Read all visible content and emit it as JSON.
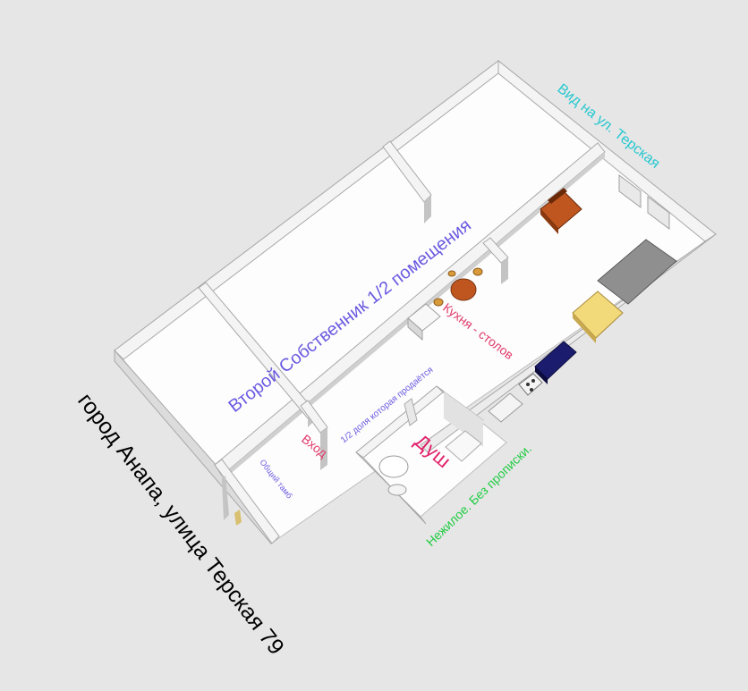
{
  "labels": {
    "address": "город Анапа, улица Терская 79",
    "second_owner": "Второй Собственник 1/2 помещения",
    "view": "Вид на ул. Терская",
    "kitchen": "Кухня - столов",
    "share": "1/2 доля которая продаётся",
    "entrance": "Вход",
    "common_vestibule": "Общий тамб",
    "shower": "Душ",
    "non_residential": "Нежилое. Без прописки."
  },
  "colors": {
    "background": "#e6e6e6",
    "floor": "#fdfdfd",
    "wall_top": "#f4f4f4",
    "wall_side": "#c4c4c4",
    "second_owner_text": "#6a5ae0",
    "view_text": "#27c8d0",
    "kitchen_text": "#e03a6a",
    "share_text": "#6a5ae0",
    "entrance_text": "#e03a6a",
    "vestibule_text": "#6a5ae0",
    "shower_text": "#e0206a",
    "non_residential_text": "#22cc44",
    "address_text": "#000000",
    "table_wood": "#c0561f",
    "bed_sheet": "#f2d97a",
    "bed_mattress": "#8f8f8f",
    "sofa_navy": "#1c1c6e"
  }
}
